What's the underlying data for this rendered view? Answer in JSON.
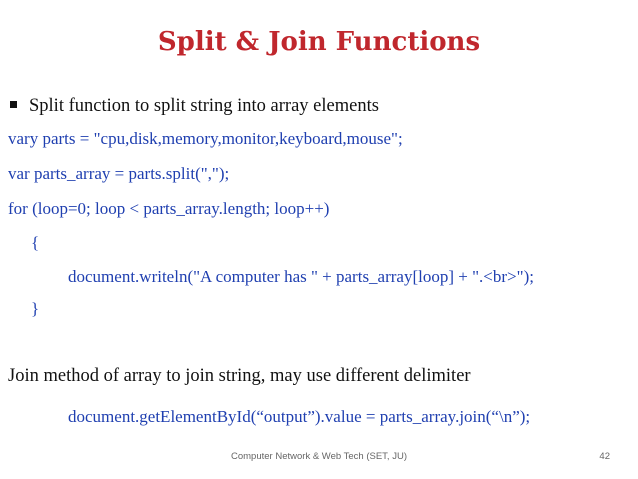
{
  "title": "Split & Join Functions",
  "bullet": "Split function  to split string into array elements",
  "code_lines": [
    "vary parts = \"cpu,disk,memory,monitor,keyboard,mouse\";",
    "var parts_array = parts.split(\",\");",
    "for (loop=0; loop < parts_array.length; loop++)",
    "{",
    "document.writeln(\"A computer has \" + parts_array[loop] + \".<br>\");",
    "}"
  ],
  "join_text": "Join method of array to join string,  may use different delimiter",
  "join_code": "document.getElementById(“output”).value = parts_array.join(“\\n”);",
  "footer": {
    "center": "Computer Network & Web Tech (SET, JU)",
    "page": "42"
  },
  "colors": {
    "title": "#c0272d",
    "code": "#1f3fb0",
    "text": "#111111"
  }
}
